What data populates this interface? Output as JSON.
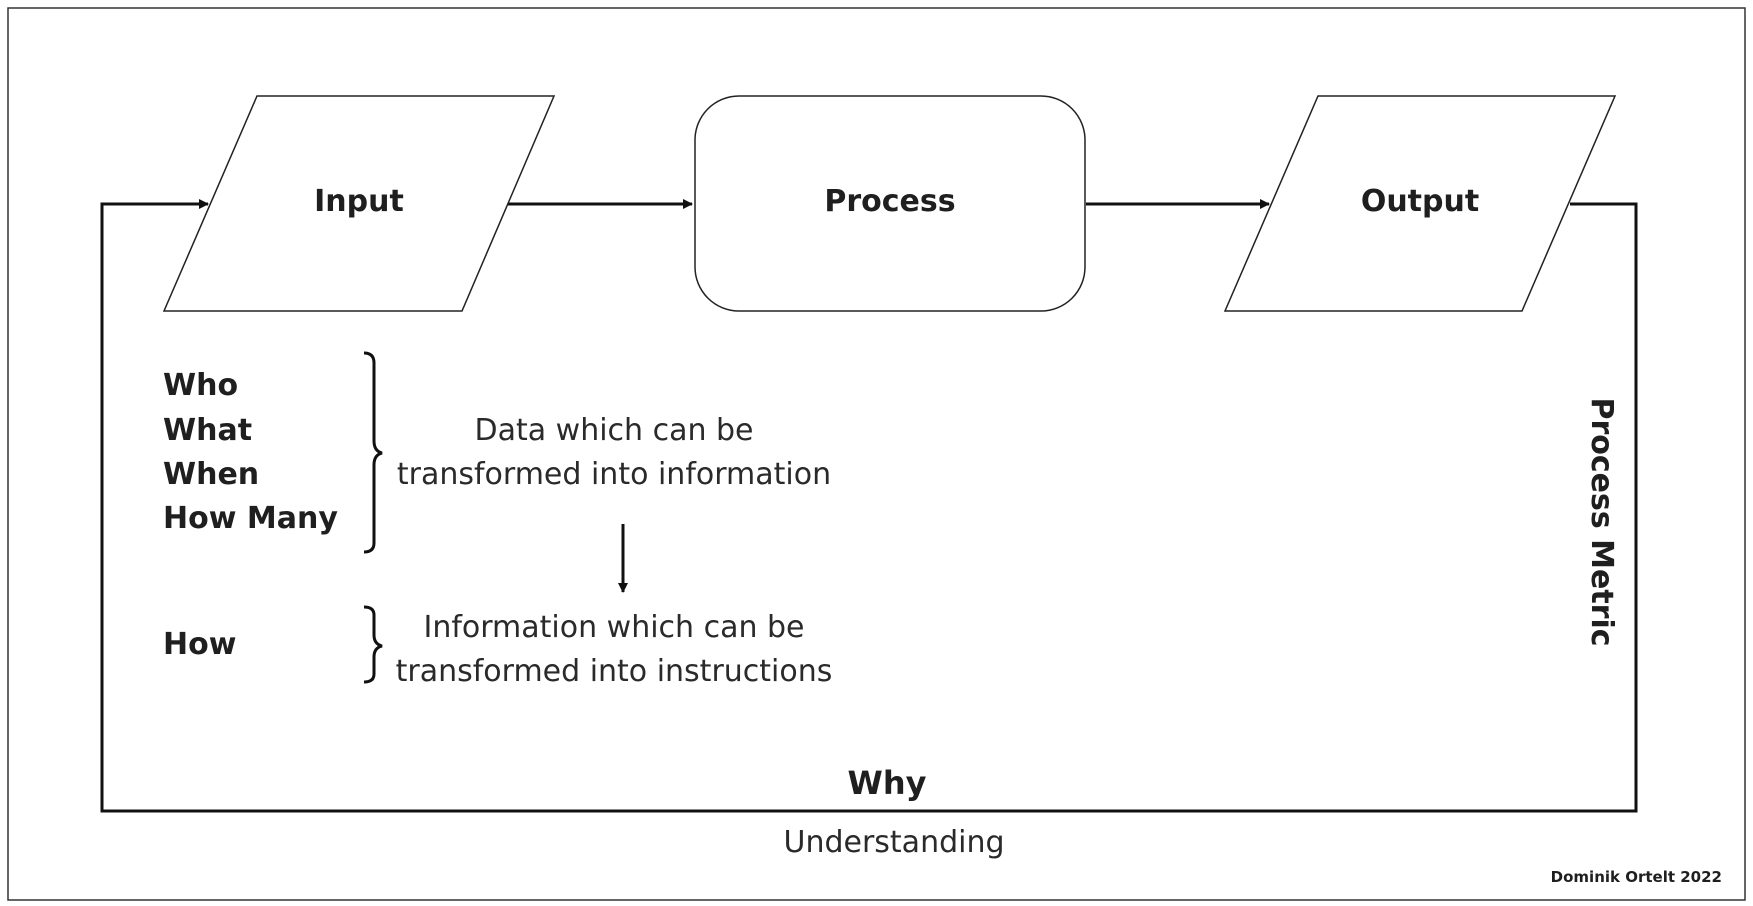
{
  "nodes": {
    "input": "Input",
    "process": "Process",
    "output": "Output"
  },
  "questions": {
    "data_group": [
      "Who",
      "What",
      "When",
      "How Many"
    ],
    "how": "How"
  },
  "descriptions": {
    "data_line1": "Data which can be",
    "data_line2": "transformed into information",
    "info_line1": "Information which can be",
    "info_line2": "transformed into instructions"
  },
  "feedback": {
    "process_metric": "Process Metric",
    "why": "Why",
    "understanding": "Understanding"
  },
  "credit": "Dominik Ortelt 2022"
}
